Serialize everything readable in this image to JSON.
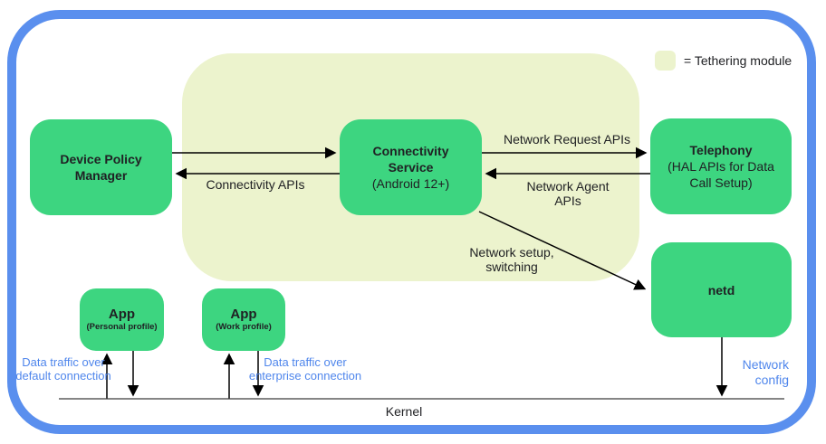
{
  "legend": {
    "label": "= Tethering module",
    "swatch_color": "#ecf3cd"
  },
  "boxes": {
    "device_policy_manager": {
      "title": "Device Policy Manager"
    },
    "connectivity_service": {
      "title": "Connectivity Service",
      "subtitle": "(Android 12+)"
    },
    "telephony": {
      "title": "Telephony",
      "subtitle": "(HAL APIs for Data Call Setup)"
    },
    "netd": {
      "title": "netd"
    },
    "app_personal": {
      "title": "App",
      "subtitle": "(Personal profile)"
    },
    "app_work": {
      "title": "App",
      "subtitle": "(Work profile)"
    }
  },
  "arrow_labels": {
    "network_request_apis": "Network Request APIs",
    "connectivity_apis": "Connectivity APIs",
    "network_agent_apis": "Network Agent APIs",
    "network_setup_switching": "Network setup, switching",
    "network_config": "Network config",
    "data_traffic_default": "Data traffic over default connection",
    "data_traffic_enterprise": "Data traffic over enterprise connection"
  },
  "kernel_label": "Kernel",
  "colors": {
    "module_green": "#3dd580",
    "tethering_bg": "#ecf3cd",
    "frame_blue": "#5a8fee",
    "label_blue": "#4f86ec",
    "text": "#202124",
    "arrow": "#000000"
  }
}
